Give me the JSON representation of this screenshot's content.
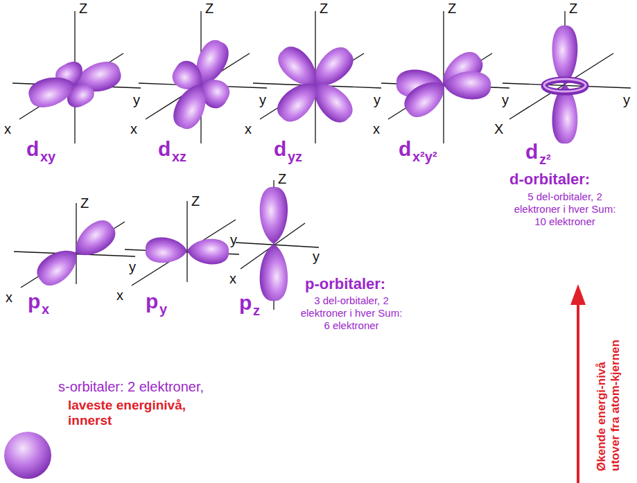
{
  "diagram": {
    "labels": [
      "Z",
      "y",
      "x",
      "d",
      "xy",
      "Z",
      "y",
      "x",
      "d",
      "xz",
      "Z",
      "y",
      "x",
      "d",
      "yz",
      "Z",
      "y",
      "x",
      "d",
      "x²y²",
      "Z",
      "y",
      "X",
      "d",
      "z²",
      "d-orbitaler:",
      "5 del-orbitaler, 2 elektroner i hver Sum: 10 elektroner",
      "Z",
      "y",
      "x",
      "p",
      "x",
      "Z",
      "y",
      "x",
      "p",
      "y",
      "Z",
      "y",
      "x",
      "p",
      "z",
      "p-orbitaler:",
      "3 del-orbitaler, 2 elektroner i hver Sum: 6 elektroner",
      "s-orbitaler: 2 elektroner,",
      "laveste energinivå, innerst",
      "Økende energi-nivå utover fra atom-kjernen"
    ]
  }
}
